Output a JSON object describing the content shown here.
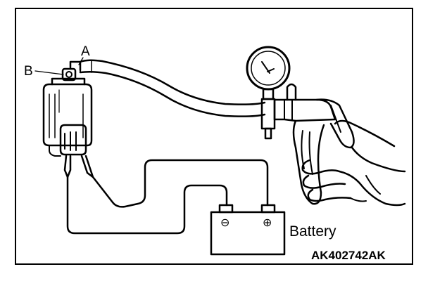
{
  "labels": {
    "a": "A",
    "b": "B",
    "battery": "Battery",
    "code": "AK402742AK"
  },
  "battery": {
    "negative_symbol": "⊖",
    "positive_symbol": "⊕"
  },
  "colors": {
    "ink": "#000000",
    "paper": "#ffffff"
  }
}
